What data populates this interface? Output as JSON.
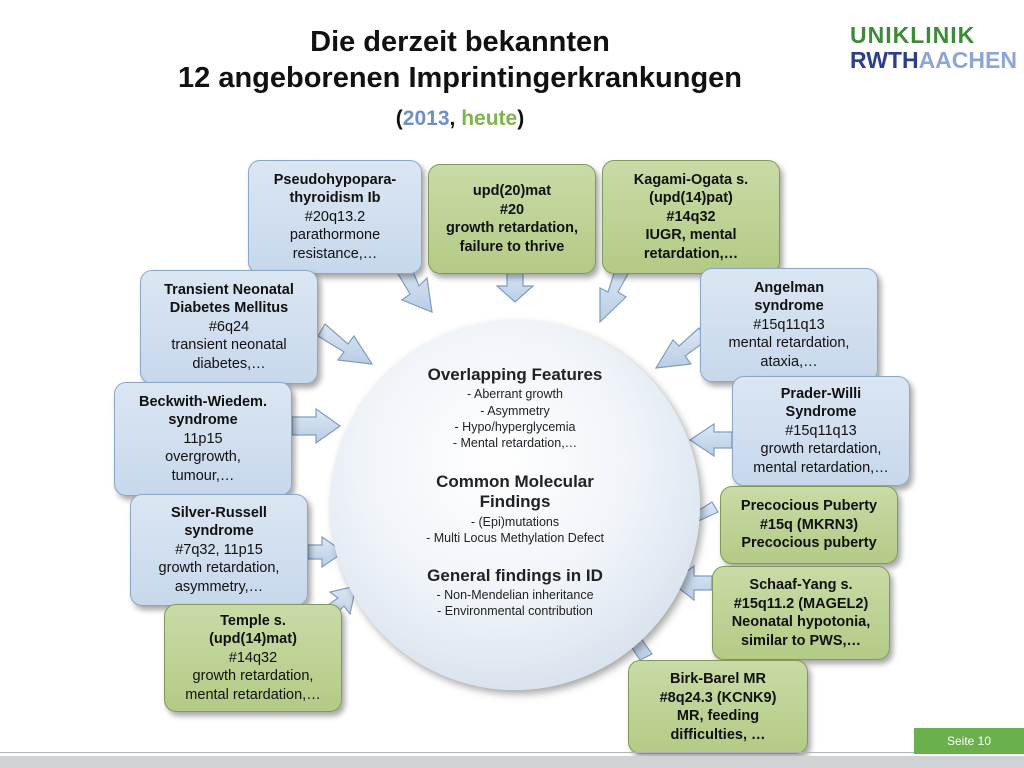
{
  "title": {
    "line1": "Die derzeit bekannten",
    "line2": "12 angeborenen Imprintingerkrankungen",
    "paren_open": "(",
    "year": "2013",
    "comma": ", ",
    "heute": "heute",
    "paren_close": ")"
  },
  "logo": {
    "line1": "UNIKLINIK",
    "line2a": "RWTH",
    "line2b": "AACHEN"
  },
  "center": {
    "h1": "Overlapping Features",
    "items1": [
      "- Aberrant growth",
      "- Asymmetry",
      "- Hypo/hyperglycemia",
      "- Mental retardation,…"
    ],
    "h2a": "Common Molecular",
    "h2b": "Findings",
    "items2": [
      "- (Epi)mutations",
      "- Multi Locus Methylation Defect"
    ],
    "h3": "General findings in ID",
    "items3": [
      "- Non-Mendelian inheritance",
      "- Environmental contribution"
    ]
  },
  "boxes": {
    "pseudo": [
      "Pseudohypopara-",
      "thyroidism Ib",
      "#20q13.2",
      "parathormone",
      "resistance,…"
    ],
    "upd20": [
      "upd(20)mat",
      "#20",
      "growth retardation,",
      "failure to thrive"
    ],
    "kagami": [
      "Kagami-Ogata s.",
      "(upd(14)pat)",
      "#14q32",
      "IUGR, mental",
      "retardation,…"
    ],
    "tndm": [
      "Transient Neonatal",
      "Diabetes Mellitus",
      "#6q24",
      "transient neonatal",
      "diabetes,…"
    ],
    "angelman": [
      "Angelman",
      "syndrome",
      "#15q11q13",
      "mental retardation,",
      "ataxia,…"
    ],
    "bws": [
      "Beckwith-Wiedem.",
      "syndrome",
      "11p15",
      "overgrowth,",
      "tumour,…"
    ],
    "pws": [
      "Prader-Willi",
      "Syndrome",
      "#15q11q13",
      "growth retardation,",
      "mental retardation,…"
    ],
    "srs": [
      "Silver-Russell",
      "syndrome",
      "#7q32, 11p15",
      "growth retardation,",
      "asymmetry,…"
    ],
    "cpp": [
      "Precocious Puberty",
      "#15q (MKRN3)",
      "Precocious puberty"
    ],
    "schaaf": [
      "Schaaf-Yang s.",
      "#15q11.2 (MAGEL2)",
      "Neonatal hypotonia,",
      "similar to PWS,…"
    ],
    "temple": [
      "Temple s.",
      "(upd(14)mat)",
      "#14q32",
      "growth retardation,",
      "mental retardation,…"
    ],
    "birk": [
      "Birk-Barel MR",
      "#8q24.3 (KCNK9)",
      "MR, feeding",
      "difficulties, …"
    ]
  },
  "footer": {
    "page": "Seite 10"
  },
  "colors": {
    "blue_box": "#c7d8ec",
    "green_box": "#b3cb86",
    "badge": "#6ab04c"
  }
}
